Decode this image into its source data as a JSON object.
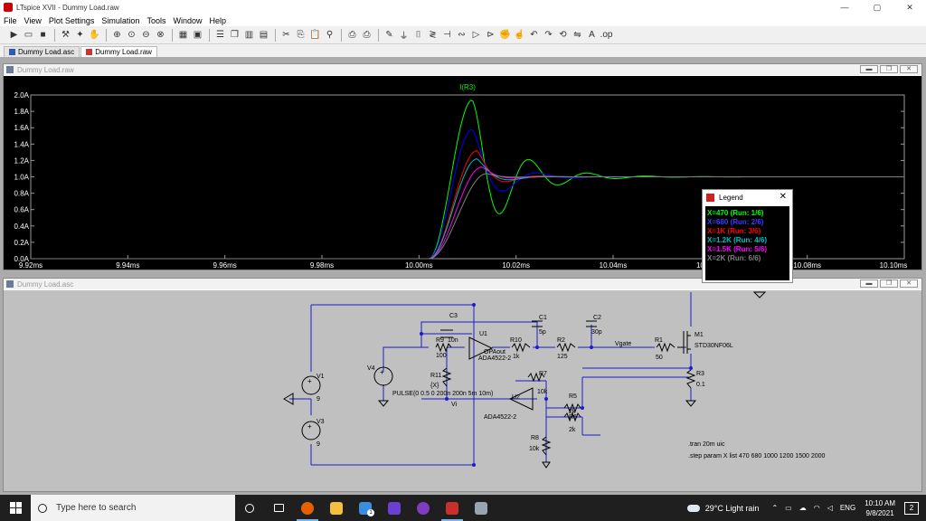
{
  "window": {
    "title": "LTspice XVII - Dummy Load.raw",
    "controls": [
      "—",
      "▢",
      "✕"
    ]
  },
  "menu": [
    "File",
    "View",
    "Plot Settings",
    "Simulation",
    "Tools",
    "Window",
    "Help"
  ],
  "tabs": [
    {
      "label": "Dummy Load.asc",
      "active": false
    },
    {
      "label": "Dummy Load.raw",
      "active": true
    }
  ],
  "plot_window": {
    "title": "Dummy Load.raw"
  },
  "schematic_window": {
    "title": "Dummy Load.asc"
  },
  "chart_data": {
    "type": "line",
    "title": "I(R3)",
    "xlabel": "",
    "ylabel": "",
    "x_ticks": [
      "9.92ms",
      "9.94ms",
      "9.96ms",
      "9.98ms",
      "10.00ms",
      "10.02ms",
      "10.04ms",
      "10.06ms",
      "10.08ms",
      "10.10ms"
    ],
    "y_ticks": [
      "2.0A",
      "1.8A",
      "1.6A",
      "1.4A",
      "1.2A",
      "1.0A",
      "0.8A",
      "0.6A",
      "0.4A",
      "0.2A",
      "0.0A"
    ],
    "xlim": [
      9.92,
      10.1
    ],
    "ylim": [
      0,
      2.0
    ],
    "grid": false,
    "series": [
      {
        "name": "X=470",
        "run": "(Run: 1/6)",
        "color": "#00ff00",
        "peak": 1.94,
        "undershoot": 0.56,
        "t_peak": 10.011,
        "t_under": 10.017
      },
      {
        "name": "X=680",
        "run": "(Run: 2/6)",
        "color": "#0000ff",
        "peak": 1.58,
        "undershoot": 0.84,
        "t_peak": 10.011,
        "t_under": 10.018
      },
      {
        "name": "X=1K",
        "run": "(Run: 3/6)",
        "color": "#ff0000",
        "peak": 1.32,
        "undershoot": 0.95,
        "t_peak": 10.012,
        "t_under": 10.019
      },
      {
        "name": "X=1.2K",
        "run": "(Run: 4/6)",
        "color": "#00bfbf",
        "peak": 1.22,
        "undershoot": 0.97,
        "t_peak": 10.012,
        "t_under": 10.02
      },
      {
        "name": "X=1.5K",
        "run": "(Run: 5/6)",
        "color": "#ff00ff",
        "peak": 1.12,
        "undershoot": 0.99,
        "t_peak": 10.013,
        "t_under": 10.021
      },
      {
        "name": "X=2K",
        "run": "(Run: 6/6)",
        "color": "#808080",
        "peak": 1.04,
        "undershoot": 1.0,
        "t_peak": 10.014,
        "t_under": 10.022
      }
    ]
  },
  "legend": {
    "title": "Legend"
  },
  "schematic": {
    "labels": {
      "c3": "C3",
      "c3v": "10n",
      "u1": "U1",
      "opaout": "OPAout",
      "ada1": "ADA4522-2",
      "r9": "R9",
      "r9v": "100",
      "r10": "R10",
      "r10v": "1k",
      "c1": "C1",
      "c1v": "5p",
      "r2": "R2",
      "r2v": "125",
      "c2": "C2",
      "c2v": "30p",
      "vgate": "Vgate",
      "r1": "R1",
      "r1v": "50",
      "m1": "M1",
      "m1v": "STD30NF06L",
      "r3": "R3",
      "r3v": "0.1",
      "v1": "V1",
      "v1v": "9",
      "v3": "V3",
      "v3v": "9",
      "v4": "V4",
      "r11": "R11",
      "r11v": "{X}",
      "pulse": "PULSE(0 0.5 0 200n 200n 5m 10m)",
      "vi": "Vi",
      "r7": "R7",
      "r7v": "10k",
      "u2": "U2",
      "ada2": "ADA4522-2",
      "r5": "R5",
      "r5v": "2k",
      "r6": "R6",
      "r6v": "2k",
      "r8": "R8",
      "r8v": "10k",
      "tran": ".tran 20m uic",
      "step": ".step param X list 470 680 1000 1200 1500 2000"
    }
  },
  "taskbar": {
    "search_placeholder": "Type here to search",
    "weather": "29°C  Light rain",
    "lang": "ENG",
    "time": "10:10 AM",
    "date": "9/8/2021",
    "notifications": "2",
    "badge": "1"
  }
}
